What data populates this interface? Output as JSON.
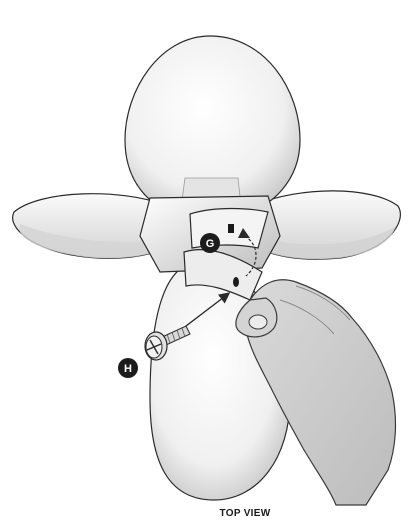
{
  "callouts": {
    "g": "G",
    "h": "H"
  },
  "caption": "TOP VIEW",
  "colors": {
    "outline": "#2a2a2a",
    "blade_light": "#f7f7f7",
    "blade_shade": "#c9c9c9",
    "hand_fill": "#cfcfcf",
    "callout_fill": "#1c1c1c"
  }
}
